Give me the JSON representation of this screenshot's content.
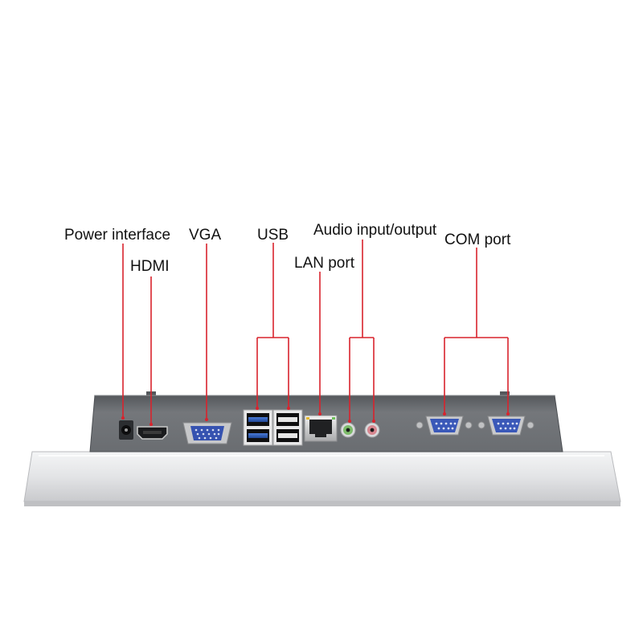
{
  "labels": {
    "power": "Power interface",
    "vga": "VGA",
    "usb": "USB",
    "audio": "Audio input/output",
    "com": "COM port",
    "hdmi": "HDMI",
    "lan": "LAN port"
  },
  "colors": {
    "leader_line": "#d9232d",
    "panel_body": "#6b6e72",
    "panel_face": "#7a7d81",
    "bezel": "#e2e3e5",
    "usb3_blue": "#2f5fb8",
    "vga_blue": "#3552b0",
    "com_blue": "#3a58b8",
    "audio_green": "#7dbb6a",
    "audio_pink": "#d7868f"
  }
}
